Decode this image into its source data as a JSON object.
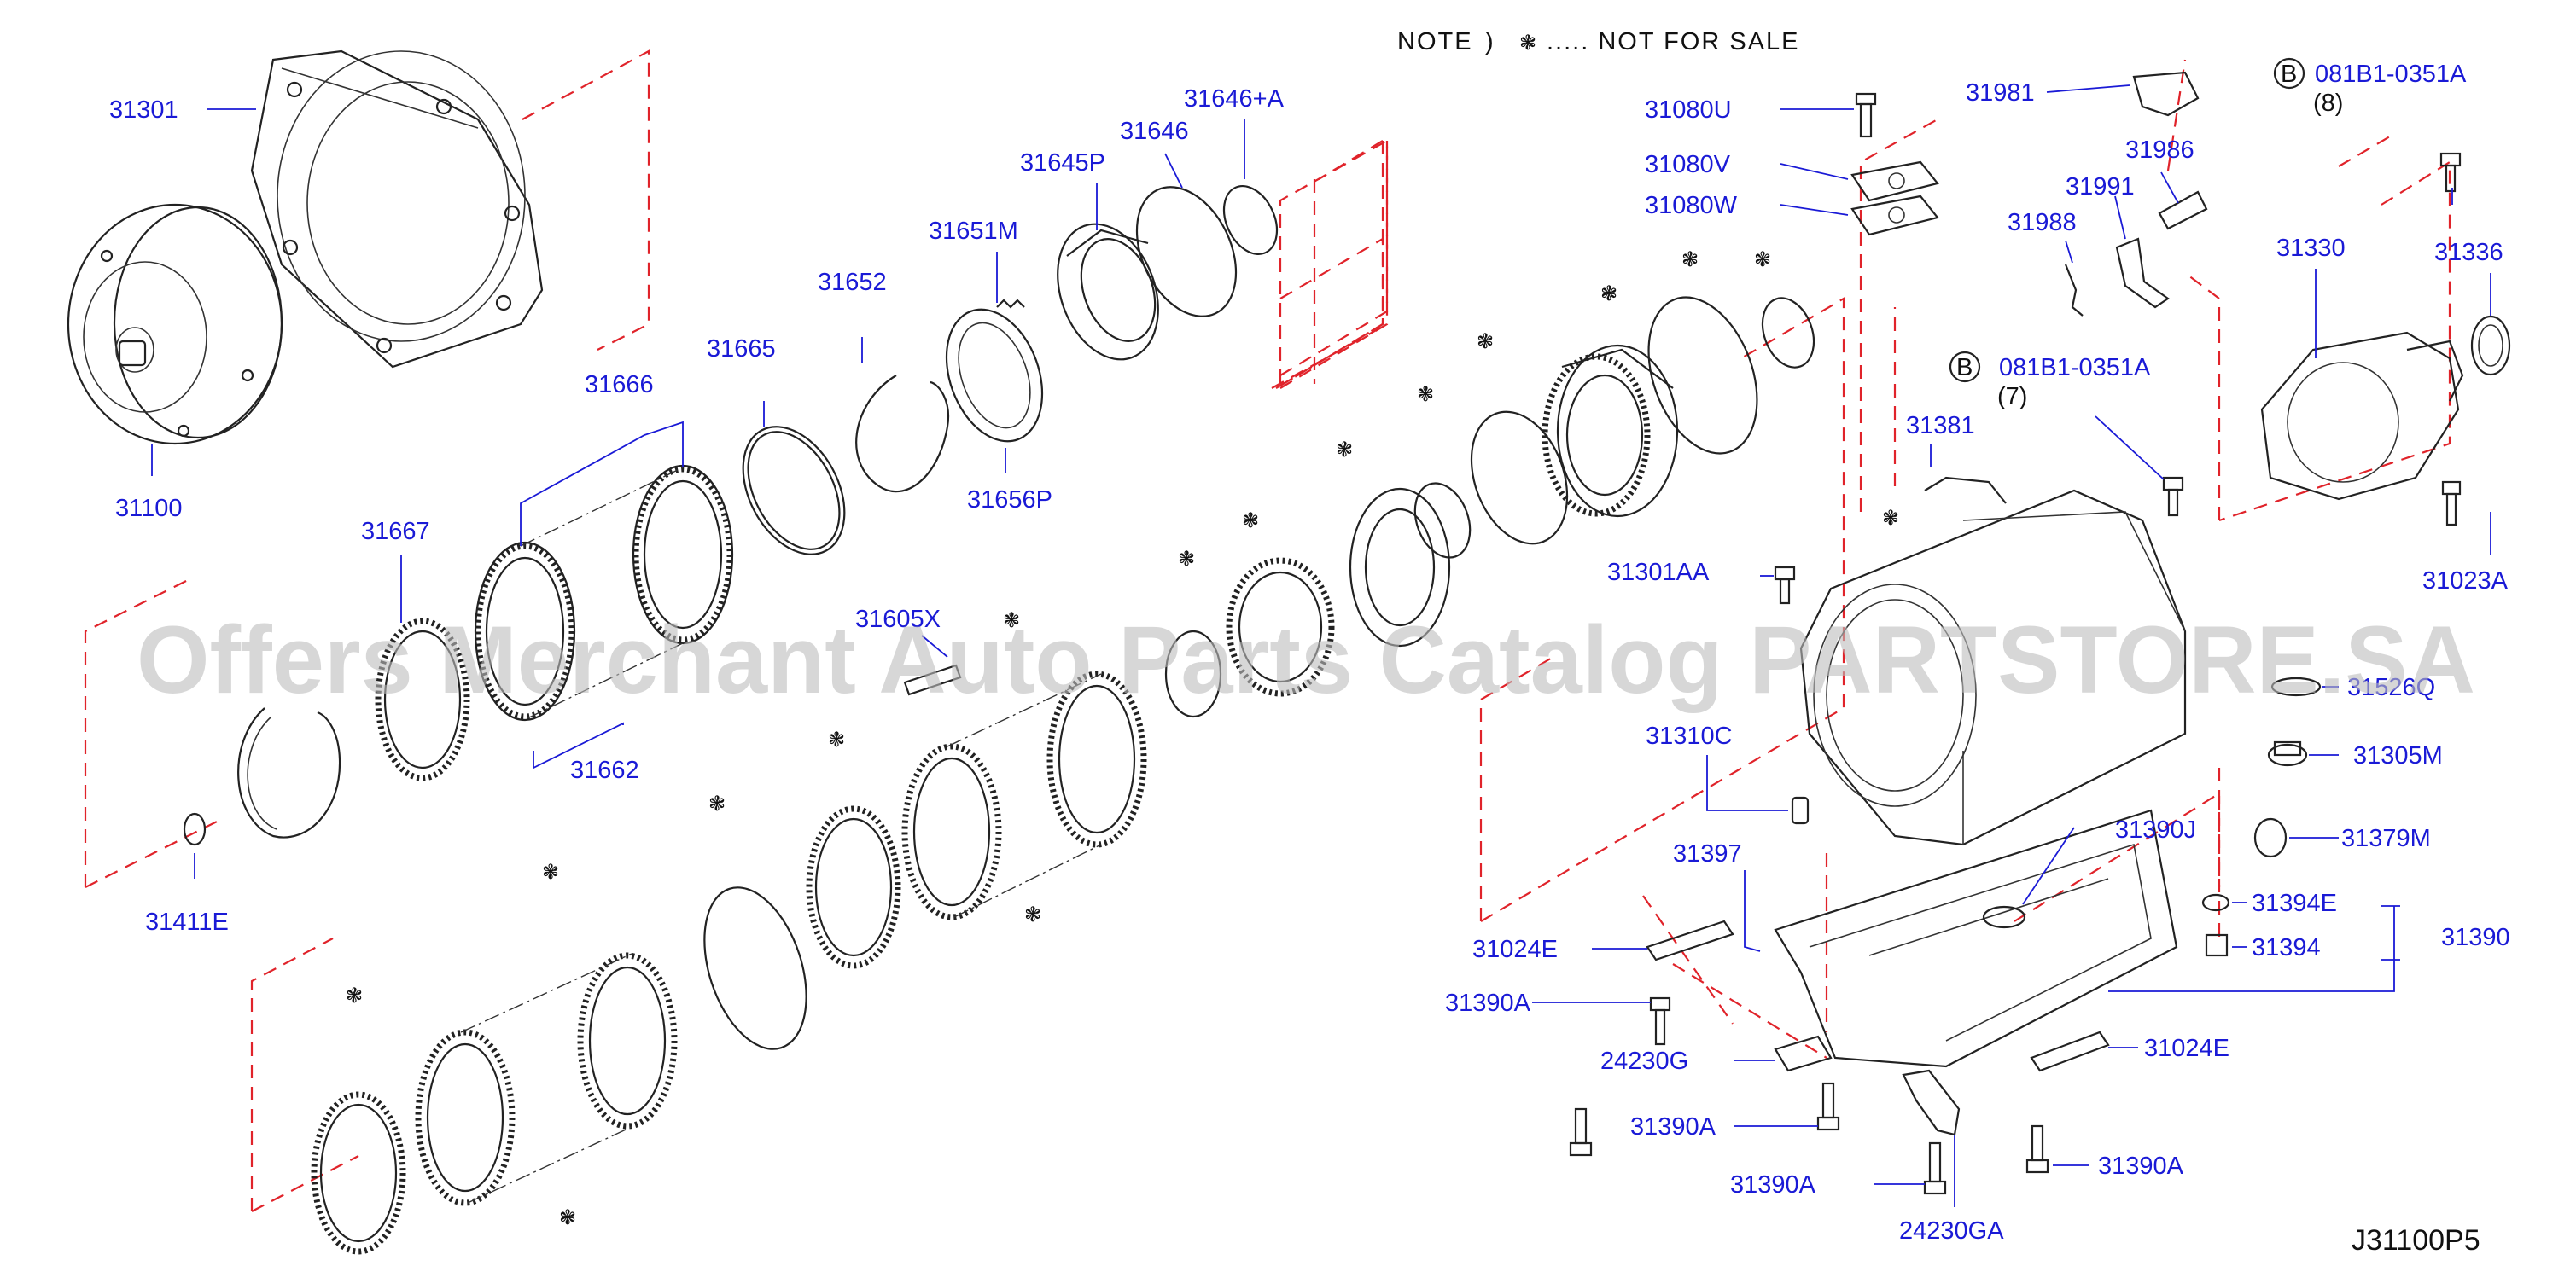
{
  "note": {
    "prefix": "NOTE",
    "paren": ")",
    "suffix": "..... NOT  FOR  SALE",
    "symbol": "❃",
    "symbol_icon": "not-for-sale-asterisk-icon"
  },
  "diagram_code": "J31100P5",
  "watermark": "Offers Merchant Auto Parts Catalog PARTSTORE.SA",
  "bolt_refs": [
    {
      "circle": "B",
      "code": "081B1-0351A",
      "qty": "(8)"
    },
    {
      "circle": "B",
      "code": "081B1-0351A",
      "qty": "(7)"
    }
  ],
  "parts": {
    "p31301": "31301",
    "p31100": "31100",
    "p31666": "31666",
    "p31665": "31665",
    "p31652": "31652",
    "p31651M": "31651M",
    "p31656P": "31656P",
    "p31645P": "31645P",
    "p31646": "31646",
    "p31646A": "31646+A",
    "p31667": "31667",
    "p31662": "31662",
    "p31605X": "31605X",
    "p31411E": "31411E",
    "p31080U": "31080U",
    "p31080V": "31080V",
    "p31080W": "31080W",
    "p31981": "31981",
    "p31986": "31986",
    "p31991": "31991",
    "p31988": "31988",
    "p31330": "31330",
    "p31336": "31336",
    "p31023A": "31023A",
    "p31381": "31381",
    "p31301AA": "31301AA",
    "p31526Q": "31526Q",
    "p31305M": "31305M",
    "p31379M": "31379M",
    "p31310C": "31310C",
    "p31390J": "31390J",
    "p31397": "31397",
    "p31394E": "31394E",
    "p31394": "31394",
    "p31390": "31390",
    "p31024E_left": "31024E",
    "p31024E_right": "31024E",
    "p31390A_1": "31390A",
    "p31390A_2": "31390A",
    "p31390A_3": "31390A",
    "p31390A_4": "31390A",
    "p24230G": "24230G",
    "p24230GA": "24230GA"
  }
}
